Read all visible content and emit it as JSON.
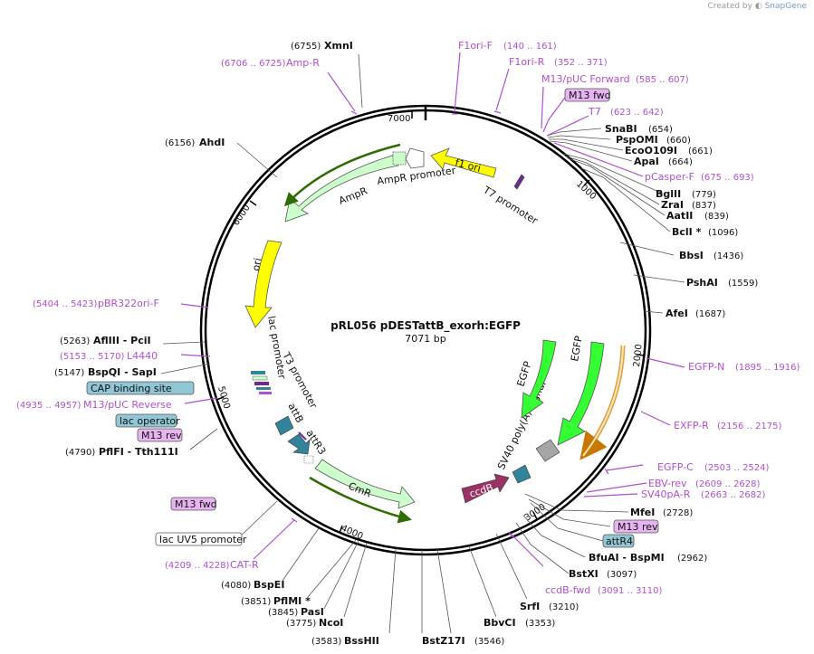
{
  "watermark": {
    "created_by": "Created by",
    "brand": "SnapGene"
  },
  "title": "pRL056 pDESTattB_exorh:EGFP",
  "length_label": "7071 bp",
  "ticks": [
    "1000",
    "2000",
    "3000",
    "4000",
    "5000",
    "6000",
    "7000"
  ],
  "enzymes": [
    {
      "pos": "(6755)",
      "name": "XmnI"
    },
    {
      "pos": "(6156)",
      "name": "AhdI"
    },
    {
      "pos": "(654)",
      "name": "SnaBI"
    },
    {
      "pos": "(660)",
      "name": "PspOMI"
    },
    {
      "pos": "(661)",
      "name": "EcoO109I"
    },
    {
      "pos": "(664)",
      "name": "ApaI"
    },
    {
      "pos": "(779)",
      "name": "BglII"
    },
    {
      "pos": "(837)",
      "name": "ZraI"
    },
    {
      "pos": "(839)",
      "name": "AatII"
    },
    {
      "pos": "(1096)",
      "name": "BclI *"
    },
    {
      "pos": "(1436)",
      "name": "BbsI"
    },
    {
      "pos": "(1559)",
      "name": "PshAI"
    },
    {
      "pos": "(1687)",
      "name": "AfeI"
    },
    {
      "pos": "(2728)",
      "name": "MfeI"
    },
    {
      "pos": "(2962)",
      "name": "BfuAI - BspMI"
    },
    {
      "pos": "(3097)",
      "name": "BstXI"
    },
    {
      "pos": "(3210)",
      "name": "SrfI"
    },
    {
      "pos": "(3353)",
      "name": "BbvCI"
    },
    {
      "pos": "(3546)",
      "name": "BstZ17I"
    },
    {
      "pos": "(3583)",
      "name": "BssHII"
    },
    {
      "pos": "(3775)",
      "name": "NcoI"
    },
    {
      "pos": "(3845)",
      "name": "PasI"
    },
    {
      "pos": "(3851)",
      "name": "PflMI *"
    },
    {
      "pos": "(4080)",
      "name": "BspEI"
    },
    {
      "pos": "(4790)",
      "name": "PflFI - Tth111I"
    },
    {
      "pos": "(5147)",
      "name": "BspQI - SapI"
    },
    {
      "pos": "(5263)",
      "name": "AflIII - PciI"
    }
  ],
  "primers": [
    {
      "name": "F1ori-F",
      "pos": "(140 .. 161)"
    },
    {
      "name": "F1ori-R",
      "pos": "(352 .. 371)"
    },
    {
      "name": "M13/pUC Forward",
      "pos": "(585 .. 607)"
    },
    {
      "name": "T7",
      "pos": "(623 .. 642)"
    },
    {
      "name": "pCasper-F",
      "pos": "(675 .. 693)"
    },
    {
      "name": "EGFP-N",
      "pos": "(1895 .. 1916)"
    },
    {
      "name": "EXFP-R",
      "pos": "(2156 .. 2175)"
    },
    {
      "name": "EGFP-C",
      "pos": "(2503 .. 2524)"
    },
    {
      "name": "EBV-rev",
      "pos": "(2609 .. 2628)"
    },
    {
      "name": "SV40pA-R",
      "pos": "(2663 .. 2682)"
    },
    {
      "name": "ccdB-fwd",
      "pos": "(3091 .. 3110)"
    },
    {
      "name": "CAT-R",
      "pos": "(4209 .. 4228)"
    },
    {
      "name": "M13/pUC Reverse",
      "pos": "(4935 .. 4957)"
    },
    {
      "name": "L4440",
      "pos": "(5153 .. 5170)"
    },
    {
      "name": "pBR322ori-F",
      "pos": "(5404 .. 5423)"
    },
    {
      "name": "Amp-R",
      "pos": "(6706 .. 6725)"
    }
  ],
  "boxed_labels": [
    {
      "text": "M13 fwd",
      "kind": "primer"
    },
    {
      "text": "M13 rev",
      "kind": "primer"
    },
    {
      "text": "attR4",
      "kind": "site"
    },
    {
      "text": "CAP binding site",
      "kind": "site"
    },
    {
      "text": "lac operator",
      "kind": "site"
    },
    {
      "text": "M13 rev",
      "kind": "primer"
    },
    {
      "text": "M13 fwd",
      "kind": "primer"
    },
    {
      "text": "lac UV5 promoter",
      "kind": "plain"
    }
  ],
  "features": [
    {
      "name": "f1 ori",
      "color": "#ffff00"
    },
    {
      "name": "AmpR promoter",
      "color": "#ffffff"
    },
    {
      "name": "AmpR",
      "color": "#ccffcc"
    },
    {
      "name": "ori",
      "color": "#ffff00"
    },
    {
      "name": "T7 promoter",
      "color": "#ffffff"
    },
    {
      "name": "lac promoter",
      "color": "#ffffff"
    },
    {
      "name": "T3 promoter",
      "color": "#ffffff"
    },
    {
      "name": "attB",
      "color": "#31849b"
    },
    {
      "name": "attR3",
      "color": "#31849b"
    },
    {
      "name": "CmR",
      "color": "#ccffcc"
    },
    {
      "name": "ccdB",
      "color": "#993366"
    },
    {
      "name": "SV40 poly(A) signal",
      "color": "#a6a6a6"
    },
    {
      "name": "EGFP",
      "color": "#33ff33"
    },
    {
      "name": "EGFP",
      "color": "#33ff33"
    }
  ],
  "colors": {
    "primer": "#b04fd0",
    "primer_box": "#e6b4f0",
    "site_box": "#92c6d4",
    "backbone": "#000000"
  }
}
